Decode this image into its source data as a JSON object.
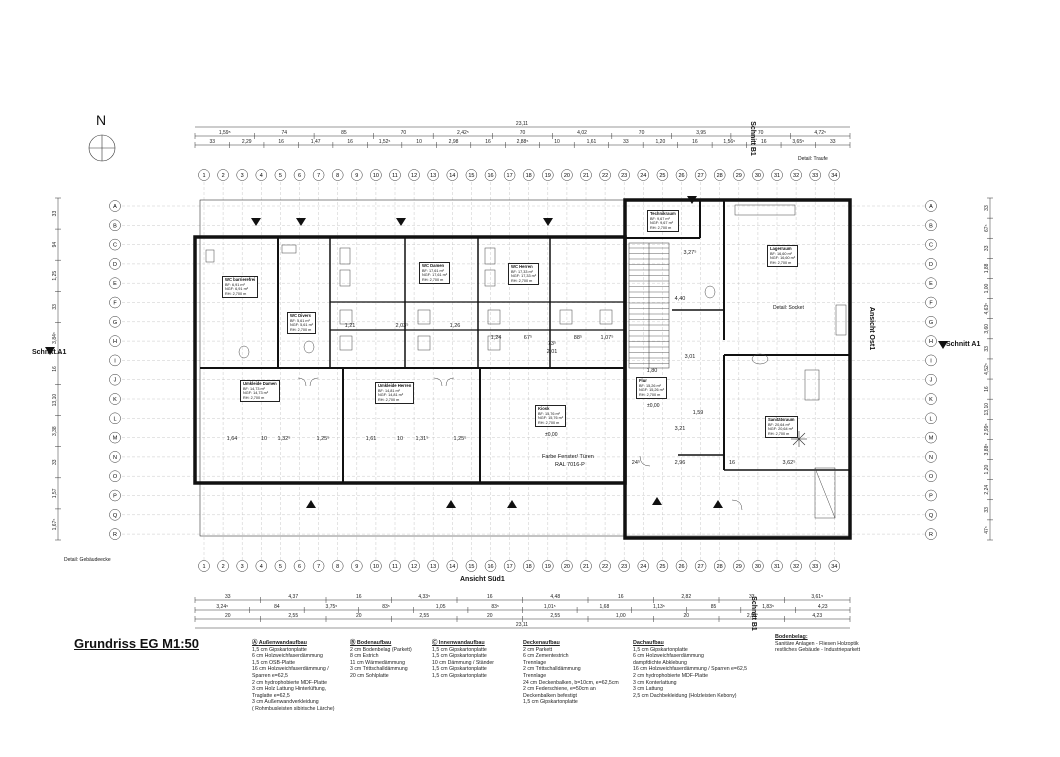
{
  "drawing_title": "Grundriss EG M1:50",
  "north_label": "N",
  "sections": {
    "schnitt_b1_top": "Schnitt B1",
    "schnitt_b1_bottom": "Schnitt B1",
    "schnitt_a1_left": "Schnitt A1",
    "schnitt_a1_right": "Schnitt A1",
    "ansicht_ost": "Ansicht Ost1",
    "ansicht_sued": "Ansicht Süd1"
  },
  "notes": {
    "traufe": "Detail: Traufe",
    "socket": "Detail: Socket",
    "gebaeudeecke": "Detail: Gebäudeecke",
    "farbe1": "Farbe Fenster/ Türen",
    "farbe2": "RAL 7016-P"
  },
  "grid_columns": [
    "1",
    "2",
    "3",
    "4",
    "5",
    "6",
    "7",
    "8",
    "9",
    "10",
    "11",
    "12",
    "13",
    "14",
    "15",
    "16",
    "17",
    "18",
    "19",
    "20",
    "21",
    "22",
    "23",
    "24",
    "25",
    "26",
    "27",
    "28",
    "29",
    "30",
    "31",
    "32",
    "33",
    "34"
  ],
  "grid_rows": [
    "A",
    "B",
    "C",
    "D",
    "E",
    "F",
    "G",
    "H",
    "I",
    "J",
    "K",
    "L",
    "M",
    "N",
    "O",
    "P",
    "Q",
    "R"
  ],
  "dims_top_total": "23,11",
  "dims_top_row1": [
    "1,59⁵",
    "74",
    "85",
    "70",
    "2,42⁵",
    "70",
    "4,02",
    "70",
    "3,95",
    "70",
    "4,72⁵"
  ],
  "dims_top_row2": [
    "33",
    "2,29",
    "16",
    "1,47",
    "16",
    "1,52⁵",
    "10",
    "2,98",
    "16",
    "2,88⁵",
    "10",
    "1,61",
    "33",
    "1,20",
    "16",
    "1,56⁵",
    "16",
    "3,65⁵",
    "33"
  ],
  "dims_bottom_row1": [
    "33",
    "4,37",
    "16",
    "4,33⁵",
    "16",
    "4,48",
    "16",
    "2,82",
    "33",
    "3,61⁵"
  ],
  "dims_bottom_row2": [
    "3,24⁵",
    "84",
    "3,75⁵",
    "83⁵",
    "1,05",
    "83⁵",
    "1,01⁵",
    "1,68",
    "1,13⁵",
    "85",
    "1,83⁵",
    "4,23"
  ],
  "dims_bottom_row3": [
    "20",
    "2,55",
    "20",
    "2,55",
    "20",
    "2,55",
    "1,00",
    "20",
    "2,92",
    "4,23"
  ],
  "dims_bottom_total": "23,11",
  "dims_left": [
    "33",
    "94",
    "1,25",
    "33",
    "3,84⁵",
    "16",
    "13,10",
    "3,38",
    "33",
    "1,57",
    "1,67⁵"
  ],
  "dims_right": [
    "33",
    "67⁵",
    "33",
    "1,88",
    "1,00",
    "4,63⁵",
    "3,60",
    "33",
    "4,52⁵",
    "16",
    "13,10",
    "2,99⁵",
    "3,88⁵",
    "1,20",
    "2,24",
    "33",
    "47⁵"
  ],
  "rooms": [
    {
      "name": "WC barrierefrei",
      "bf": "BF: 6,91 m²",
      "ngf": "NGF: 6,91 m²",
      "rh": "RH: 2,700 m"
    },
    {
      "name": "WC Divers",
      "bf": "BF: 5,61 m²",
      "ngf": "NGF: 5,61 m²",
      "rh": "RH: 2,700 m"
    },
    {
      "name": "WC Damen",
      "bf": "BF: 17,61 m²",
      "ngf": "NGF: 17,61 m²",
      "rh": "RH: 2,700 m"
    },
    {
      "name": "WC Herren",
      "bf": "BF: 17,33 m²",
      "ngf": "NGF: 17,33 m²",
      "rh": "RH: 2,700 m"
    },
    {
      "name": "Technikraum",
      "bf": "BF: 9,67 m²",
      "ngf": "NGF: 9,67 m²",
      "rh": "RH: 2,700 m"
    },
    {
      "name": "Lagerraum",
      "bf": "BF: 16,60 m²",
      "ngf": "NGF: 16,60 m²",
      "rh": "RH: 2,700 m"
    },
    {
      "name": "Umkleide Damen",
      "bf": "BF: 14,73 m²",
      "ngf": "NGF: 14,73 m²",
      "rh": "RH: 2,700 m"
    },
    {
      "name": "Umkleide Herren",
      "bf": "BF: 14,81 m²",
      "ngf": "NGF: 14,81 m²",
      "rh": "RH: 2,700 m"
    },
    {
      "name": "Kiosk",
      "bf": "BF: 15,76 m²",
      "ngf": "NGF: 15,76 m²",
      "rh": "RH: 2,700 m"
    },
    {
      "name": "Flur",
      "bf": "BF: 15,26 m²",
      "ngf": "NGF: 15,26 m²",
      "rh": "RH: 2,700 m"
    },
    {
      "name": "Sanitätsraum",
      "bf": "BF: 20,64 m²",
      "ngf": "NGF: 20,64 m²",
      "rh": "RH: 2,700 m"
    }
  ],
  "elevation": "±0,00",
  "interior_dims": [
    "1,21",
    "2,03⁵",
    "1,26",
    "1,24",
    "67⁵",
    "73⁵",
    "2,01",
    "88⁵",
    "1,07⁵",
    "1,64",
    "10",
    "1,32⁵",
    "1,25⁵",
    "1,61",
    "10",
    "1,31⁵",
    "1,25⁵",
    "2,96",
    "1,59",
    "3,62⁵",
    "3,27⁵",
    "4,40",
    "3,01",
    "3,21",
    "1,80",
    "24⁵",
    "16"
  ],
  "legend": {
    "a": {
      "title": "Außenwandaufbau",
      "lines": [
        "1,5 cm  Gipskartonplatte",
        "6 cm    Holzweichfaserdämmung",
        "1,5 cm  OSB-Platte",
        "16 cm   Holzweichfaserdämmung /",
        "Sparren e=62,5",
        "2 cm    hydrophobierte MDF-Platte",
        "3 cm    Holz Lattung Hinterlüftung,",
        "Traglatte e=62,5",
        "3 cm    Außenwandverkleidung",
        "( Rohmbusleisten sibirische Lärche)"
      ]
    },
    "b": {
      "title": "Bodenaufbau",
      "lines": [
        "2 cm Bodenbelag (Parkett)",
        "8 cm Estrich",
        "11 cm Wärmedämmung",
        "3 cm Trittschalldämmung",
        "20 cm Sohlplatte"
      ]
    },
    "c": {
      "title": "Innenwandaufbau",
      "lines": [
        "1,5 cm Gipskartonplatte",
        "1,5 cm Gipskartonplatte",
        "10 cm Dämmung / Ständer",
        "1,5 cm Gipskartonplatte",
        "1,5 cm Gipskartonplatte"
      ]
    },
    "d": {
      "title": "Deckenaufbau",
      "lines": [
        "2 cm    Parkett",
        "6 cm    Zementestrich",
        "          Trennlage",
        "2 cm    Trittschalldämmung",
        "          Trennlage",
        "24 cm  Deckenbalken, b=10cm, e=62,5cm",
        "2 cm    Federschiene, e=50cm an",
        "Deckenbalken befestigt",
        "1,5 cm  Gipskartonplatte"
      ]
    },
    "e": {
      "title": "Dachaufbau",
      "lines": [
        "1,5 cm  Gipskartonplatte",
        "6 cm    Holzweichfaserdämmung",
        "          dampfdichte Abklebung",
        "16 cm   Holzweichfaserdämmung / Sparren e=62,5",
        "2 cm    hydrophobierte MDF-Platte",
        "3 cm    Konterlattung",
        "3 cm    Lattung",
        "2,5 cm  Dachbekleidung (Holzleisten Kebony)"
      ]
    },
    "f": {
      "title": "Bodenbelag:",
      "lines": [
        "Sanitäre Anlagen - Fliesen Holzoptik",
        "restliches Gebäude - Industrieparkett"
      ]
    }
  }
}
